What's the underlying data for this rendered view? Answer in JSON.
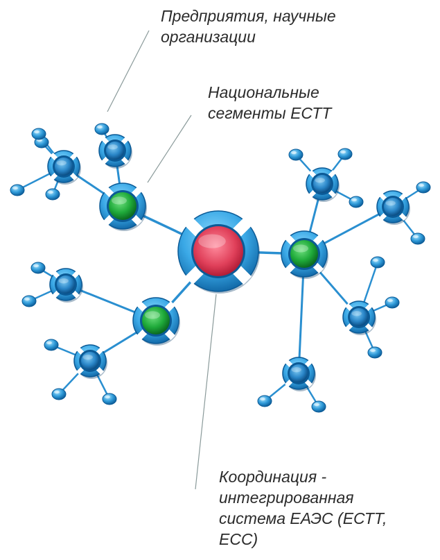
{
  "labels": {
    "enterprises": {
      "line1": "Предприятия, научные",
      "line2": "организации"
    },
    "national": {
      "line1": "Национальные",
      "line2": "сегменты ЕСТТ"
    },
    "coordination": {
      "line1": "Координация -",
      "line2": "интегрированная",
      "line3": "система ЕАЭС (ЕСТТ,",
      "line4": "ЕСС)"
    }
  },
  "colors": {
    "ring_light": "#5ec3ef",
    "ring_dark": "#0e6fb0",
    "hub_core": "#e0405a",
    "national_core": "#1faa3a",
    "leaf_core": "#2a86c8",
    "edge": "#2a8fd0",
    "pointer": "#8a9a9a",
    "text": "#2b2b2b"
  },
  "nodes": {
    "hub": {
      "name": "coordination-hub-node",
      "kind": "hub"
    },
    "national": [
      {
        "name": "national-segment-node-1",
        "kind": "national"
      },
      {
        "name": "national-segment-node-2",
        "kind": "national"
      },
      {
        "name": "national-segment-node-3",
        "kind": "national"
      }
    ]
  }
}
